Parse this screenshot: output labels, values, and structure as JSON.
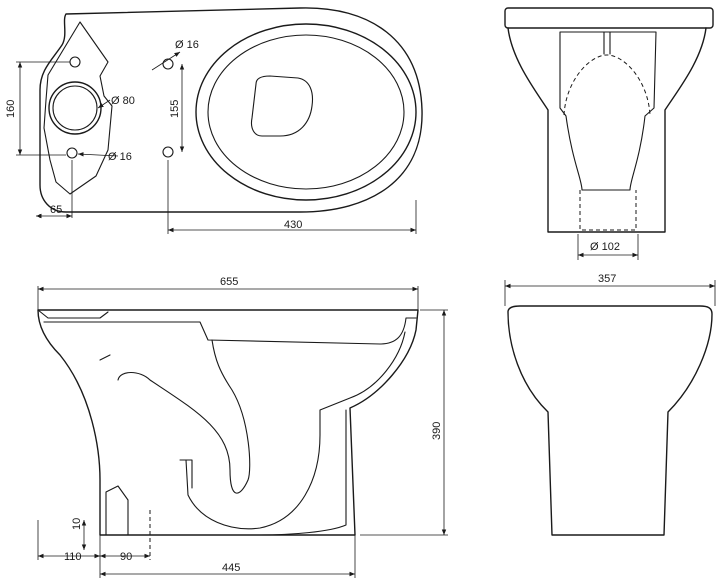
{
  "dimensions": {
    "top_tank_mount_height": "160",
    "top_outlet_diameter": "Ø 80",
    "top_hole_diameter_lower": "Ø 16",
    "top_hole_diameter_upper": "Ø 16",
    "top_hole_spacing": "155",
    "top_offset_left": "65",
    "top_bowl_length": "430",
    "front_outlet_diameter": "Ø 102",
    "side_overall_length": "655",
    "side_height": "390",
    "side_pan_connector_height": "10",
    "side_outlet_offset": "110",
    "side_outlet_width": "90",
    "side_base_length": "445",
    "rear_width": "357"
  }
}
